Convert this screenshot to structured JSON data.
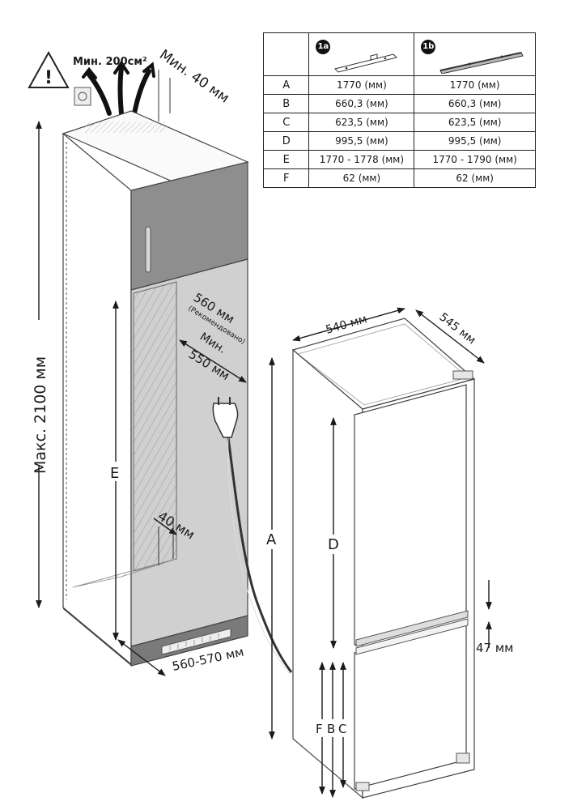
{
  "warning": {
    "icon": "warning-triangle-icon",
    "vent_area": "Мин. 200см²",
    "top_gap": "Мин. 40 мм"
  },
  "cabinet": {
    "max_height": "Макс. 2100 мм",
    "rec_width": "560 мм",
    "rec_note": "(Рекомендовано)",
    "min_width_label": "Мин.",
    "min_width": "550 мм",
    "rear_gap": "40 мм",
    "width_range": "560-570 мм",
    "dim_e": "E"
  },
  "appliance": {
    "width": "540 мм",
    "depth": "545 мм",
    "dim_a": "A",
    "dim_d": "D",
    "gap": "47 мм",
    "dim_f": "F",
    "dim_b": "B",
    "dim_c": "C"
  },
  "table": {
    "headers": [
      "",
      "1a",
      "1b"
    ],
    "rows": [
      {
        "label": "A",
        "v1": "1770 (мм)",
        "v2": "1770 (мм)"
      },
      {
        "label": "B",
        "v1": "660,3 (мм)",
        "v2": "660,3 (мм)"
      },
      {
        "label": "C",
        "v1": "623,5 (мм)",
        "v2": "623,5 (мм)"
      },
      {
        "label": "D",
        "v1": "995,5 (мм)",
        "v2": "995,5 (мм)"
      },
      {
        "label": "E",
        "v1": "1770 - 1778 (мм)",
        "v2": "1770 - 1790 (мм)"
      },
      {
        "label": "F",
        "v1": "62 (мм)",
        "v2": "62 (мм)"
      }
    ]
  }
}
